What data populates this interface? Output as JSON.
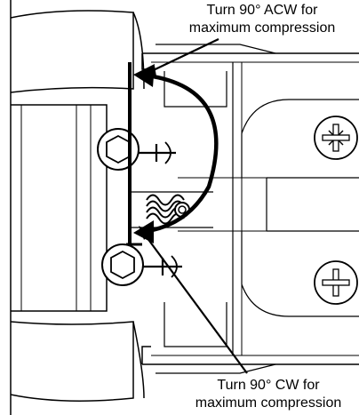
{
  "callouts": {
    "top": {
      "line1": "Turn 90° ACW for",
      "line2": "maximum compression"
    },
    "bottom": {
      "line1": "Turn 90° CW for",
      "line2": "maximum compression"
    }
  },
  "colors": {
    "ink": "#000000",
    "background": "#ffffff"
  }
}
